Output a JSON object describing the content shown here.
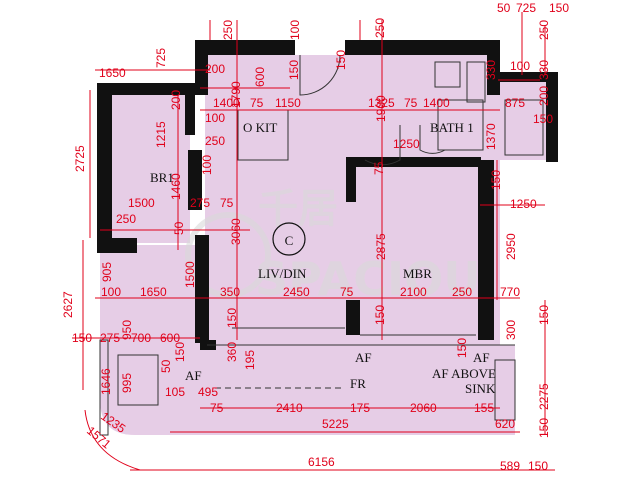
{
  "plan": {
    "unit_label": "C",
    "rooms": {
      "kit": "O KIT",
      "bath": "BATH 1",
      "br1": "BR1",
      "livdin": "LIV/DIN",
      "mbr": "MBR",
      "fr": "FR",
      "af1": "AF",
      "af2": "AF",
      "af3": "AF",
      "af_sink1": "AF ABOVE",
      "af_sink2": "SINK"
    },
    "watermark": {
      "cn": "千居",
      "en": "SPACIOU"
    },
    "dims": {
      "top_50": "50",
      "top_725": "725",
      "top_150a": "150",
      "v250a": "250",
      "v250b": "250",
      "v250c": "250",
      "v250d": "250",
      "h1650": "1650",
      "h725": "725",
      "h200": "200",
      "h600": "600",
      "v100a": "100",
      "v150a": "150",
      "v1790": "1790",
      "h1400a": "1400",
      "h75a": "75",
      "h1150": "1150",
      "v1900": "1900",
      "h1325": "1325",
      "h75b": "75",
      "h1400b": "1400",
      "v330a": "330",
      "v330b": "330",
      "h100b": "100",
      "v200a": "200",
      "h875": "875",
      "v200b": "200",
      "h150b": "150",
      "v1215": "1215",
      "h100c": "100",
      "v1370": "1370",
      "v2725": "2725",
      "h250a": "250",
      "h1250a": "1250",
      "v75a": "75",
      "v1460": "1460",
      "v100d": "100",
      "v150b": "150",
      "h1250b": "1250",
      "h1500": "1500",
      "h275": "275",
      "h75c": "75",
      "h250b": "250",
      "v3060": "3060",
      "v2875": "2875",
      "v2950": "2950",
      "v50a": "50",
      "v905": "905",
      "v1500": "1500",
      "v2627": "2627",
      "h100e": "100",
      "h1650b": "1650",
      "h350": "350",
      "h2450": "2450",
      "h75d": "75",
      "h2100": "2100",
      "h250c": "250",
      "h770": "770",
      "v950": "950",
      "v150c": "150",
      "v150d": "150",
      "v150e": "150",
      "h150c": "150",
      "h275b": "275",
      "h700": "700",
      "h600b": "600",
      "v300": "300",
      "v360": "360",
      "v195": "195",
      "v150f": "150",
      "v1646": "1646",
      "v50b": "50",
      "v995": "995",
      "h105": "105",
      "h495": "495",
      "v2275": "2275",
      "h75e": "75",
      "h2410": "2410",
      "h175": "175",
      "h2060": "2060",
      "h155": "155",
      "h1235": "1235",
      "h5225": "5225",
      "h620": "620",
      "v150g": "150",
      "h1571": "1571",
      "h6156": "6156",
      "h589": "589",
      "h150d": "150"
    }
  }
}
